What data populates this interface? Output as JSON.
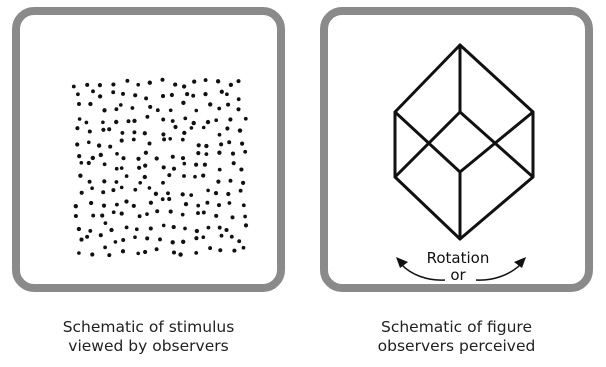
{
  "figure": {
    "left_panel": {
      "stimulus_dot_count": 225
    },
    "right_panel": {
      "shape": "wireframe cube",
      "label_line1": "Rotation",
      "label_line2": "or"
    },
    "captions": {
      "left": [
        "Schematic of stimulus",
        "viewed by observers"
      ],
      "right": [
        "Schematic of figure",
        "observers perceived"
      ]
    },
    "colors": {
      "panel_border": "#8a8a8a",
      "ink": "#111111",
      "caption_text": "#222222"
    }
  }
}
